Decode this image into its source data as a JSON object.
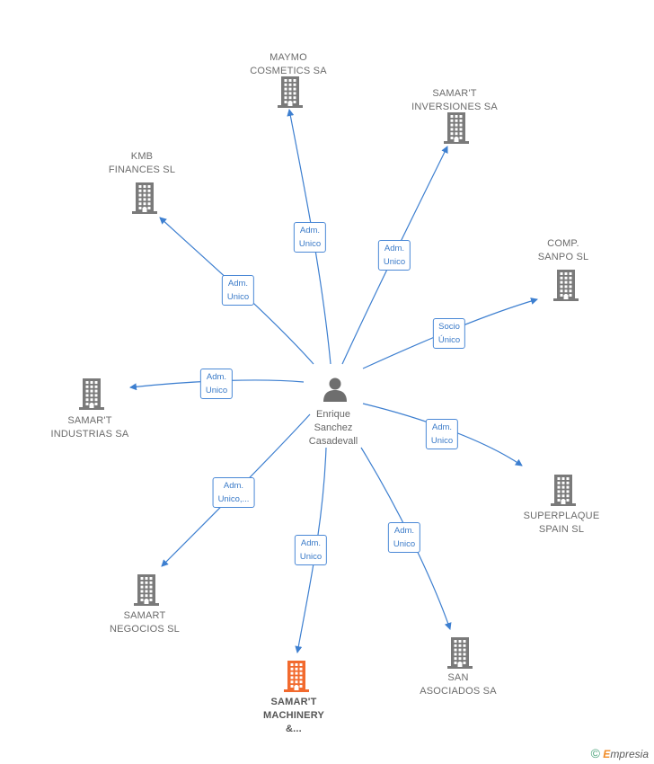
{
  "center": {
    "name_lines": "Enrique\nSanchez\nCasadevall",
    "icon": "person-icon"
  },
  "nodes": [
    {
      "id": "maymo",
      "label": "MAYMO\nCOSMETICS SA",
      "highlight": false,
      "edge_label": "Adm.\nUnico"
    },
    {
      "id": "samart-inversiones",
      "label": "SAMAR'T\nINVERSIONES SA",
      "highlight": false,
      "edge_label": "Adm.\nUnico"
    },
    {
      "id": "kmb",
      "label": "KMB\nFINANCES  SL",
      "highlight": false,
      "edge_label": "Adm.\nUnico"
    },
    {
      "id": "comp-sanpo",
      "label": "COMP.\nSANPO  SL",
      "highlight": false,
      "edge_label": "Socio\nÚnico"
    },
    {
      "id": "samart-industrias",
      "label": "SAMAR'T\nINDUSTRIAS SA",
      "highlight": false,
      "edge_label": "Adm.\nUnico"
    },
    {
      "id": "superplaque",
      "label": "SUPERPLAQUE\nSPAIN  SL",
      "highlight": false,
      "edge_label": "Adm.\nUnico"
    },
    {
      "id": "samart-negocios",
      "label": "SAMART\nNEGOCIOS  SL",
      "highlight": false,
      "edge_label": "Adm.\nUnico,..."
    },
    {
      "id": "samart-machinery",
      "label": "SAMAR'T\nMACHINERY\n&...",
      "highlight": true,
      "edge_label": "Adm.\nUnico"
    },
    {
      "id": "san-asociados",
      "label": "SAN\nASOCIADOS SA",
      "highlight": false,
      "edge_label": "Adm.\nUnico"
    }
  ],
  "colors": {
    "edge": "#3d7fd0",
    "building": "#7a7a7a",
    "building_highlight": "#f26a2e",
    "person": "#6e6e6e"
  },
  "icons": {
    "company": "building-icon"
  },
  "brand": {
    "copyright": "©",
    "name_initial": "E",
    "name_rest": "mpresia"
  }
}
